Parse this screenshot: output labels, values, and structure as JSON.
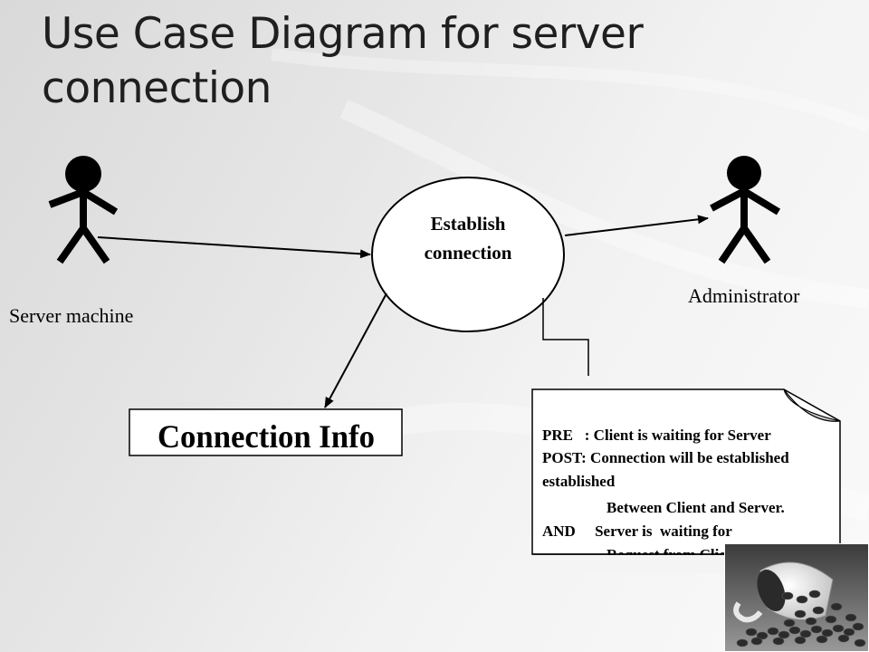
{
  "slide": {
    "title_line1": "Use Case Diagram for server",
    "title_line2": "connection"
  },
  "actors": {
    "server": "Server machine",
    "admin": "Administrator"
  },
  "use_case": {
    "line1": "Establish",
    "line2": "connection"
  },
  "info_box": "Connection Info",
  "note": {
    "line1": "PRE   : Client is waiting for Server",
    "line2": "POST: Connection will be established",
    "line3": "established",
    "line4": "Between Client and Server.",
    "line5": "AND     Server is  waiting for",
    "line6": "Request from Client."
  },
  "icons": {
    "photo": "coffee-beans-photo"
  }
}
